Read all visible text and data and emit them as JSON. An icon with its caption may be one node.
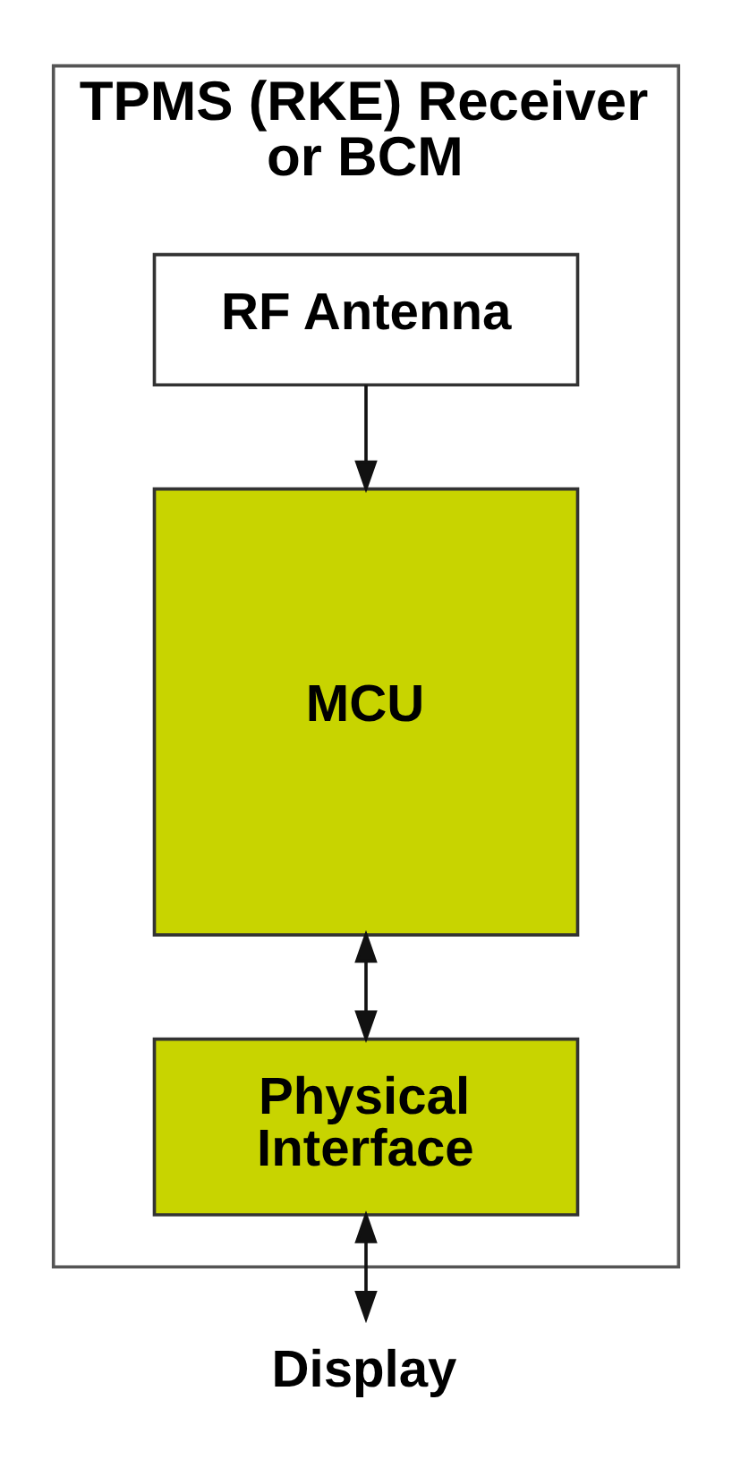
{
  "diagram": {
    "nodes": [
      {
        "text": [
          "TPMS (RKE) Receiver or BCM"
        ]
      },
      {
        "text": [
          "RF Antenna"
        ],
        "in": 0
      },
      {
        "text": [
          "MCU"
        ],
        "in": 0
      },
      {
        "text": [
          "Physical Interface"
        ],
        "in": 0
      },
      {
        "text": [
          "Display"
        ]
      }
    ],
    "edges": [
      {
        "from": 1,
        "to": 2,
        "arrow": "to"
      },
      {
        "from": 2,
        "to": 3,
        "arrow": "both"
      },
      {
        "from": 3,
        "to": 4,
        "arrow": "both"
      }
    ]
  }
}
